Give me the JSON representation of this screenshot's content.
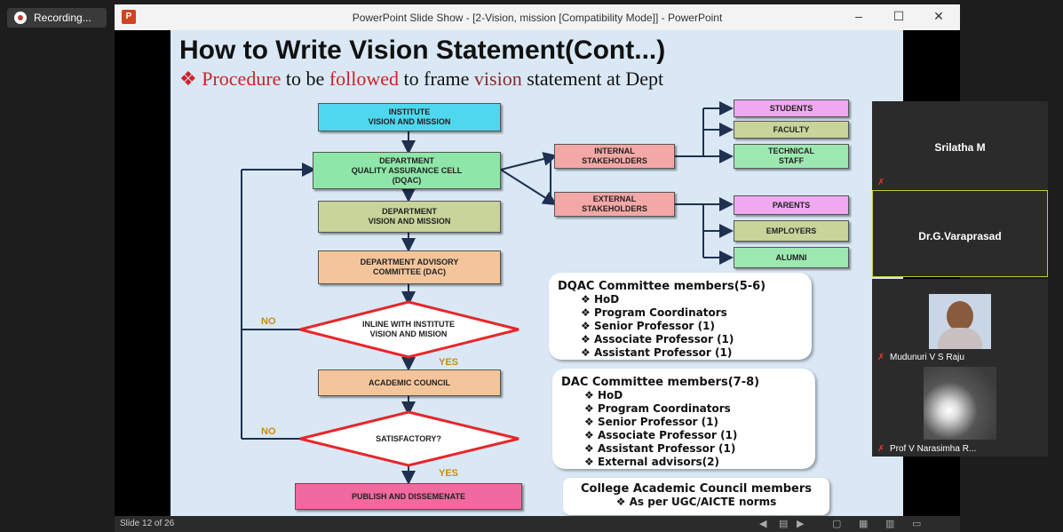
{
  "recording": {
    "label": "Recording..."
  },
  "window": {
    "app_icon": "P",
    "title": "PowerPoint Slide Show - [2-Vision, mission [Compatibility Mode]] - PowerPoint",
    "minimize": "–",
    "maximize": "☐",
    "close": "✕"
  },
  "slide": {
    "title": "How to Write Vision Statement(Cont...)",
    "subtitle": {
      "bullet": "❖",
      "w1": "Procedure",
      "w2": " to be ",
      "w3": "followed",
      "w4": " to frame ",
      "w5": "vision",
      "w6": " statement at Dept"
    },
    "flow": {
      "institute": "INSTITUTE\nVISION AND MISSION",
      "dqac": "DEPARTMENT\nQUALITY ASSURANCE CELL\n(DQAC)",
      "dept_vm": "DEPARTMENT\nVISION AND MISSION",
      "dac": "DEPARTMENT ADVISORY\nCOMMITTEE (DAC)",
      "inline": "INLINE WITH INSTITUTE\nVISION AND MISION",
      "academic": "ACADEMIC COUNCIL",
      "satisfactory": "SATISFACTORY?",
      "publish": "PUBLISH AND DISSEMENATE",
      "no1": "NO",
      "yes1": "YES",
      "no2": "NO",
      "yes2": "YES"
    },
    "stakeholders": {
      "internal": "INTERNAL\nSTAKEHOLDERS",
      "external": "EXTERNAL\nSTAKEHOLDERS",
      "students": "STUDENTS",
      "faculty": "FACULTY",
      "technical": "TECHNICAL\nSTAFF",
      "parents": "PARENTS",
      "employers": "EMPLOYERS",
      "alumni": "ALUMNI"
    },
    "dqac_panel": {
      "heading": "DQAC Committee members(5-6)",
      "items": [
        "HoD",
        "Program Coordinators",
        "Senior Professor (1)",
        "Associate Professor  (1)",
        "Assistant Professor (1)"
      ]
    },
    "dac_panel": {
      "heading": "DAC Committee members(7-8)",
      "items": [
        "HoD",
        "Program Coordinators",
        "Senior Professor (1)",
        "Associate Professor  (1)",
        "Assistant Professor (1)",
        "External advisors(2)"
      ]
    },
    "council_panel": {
      "heading": "College Academic Council members",
      "items": [
        "As per UGC/AICTE norms"
      ]
    }
  },
  "statusbar": {
    "slide_counter": "Slide 12 of 26"
  },
  "participants": [
    {
      "name": "Srilatha M"
    },
    {
      "name": "Dr.G.Varaprasad"
    },
    {
      "name": "Mudunuri V S Raju"
    },
    {
      "name": "Prof V  Narasimha R..."
    }
  ]
}
